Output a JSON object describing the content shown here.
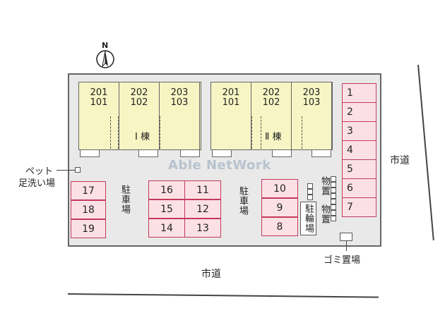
{
  "compass": {
    "letter": "N"
  },
  "watermark": "Able NetWork",
  "buildings": [
    {
      "label": "Ⅰ 棟",
      "units": [
        {
          "upper": "201",
          "lower": "101"
        },
        {
          "upper": "202",
          "lower": "102"
        },
        {
          "upper": "203",
          "lower": "103"
        }
      ]
    },
    {
      "label": "Ⅱ 棟",
      "units": [
        {
          "upper": "201",
          "lower": "101"
        },
        {
          "upper": "202",
          "lower": "102"
        },
        {
          "upper": "203",
          "lower": "103"
        }
      ]
    }
  ],
  "parking": {
    "left_label": "駐車場",
    "center_label": "駐車場",
    "left_slots": [
      "17",
      "18",
      "19"
    ],
    "mid_slots_a": [
      "16",
      "15",
      "14"
    ],
    "mid_slots_b": [
      "11",
      "12",
      "13"
    ],
    "right_slots": [
      "10",
      "9",
      "8"
    ],
    "east_slots": [
      "1",
      "2",
      "3",
      "4",
      "5",
      "6",
      "7"
    ]
  },
  "labels": {
    "pet_wash_line1": "ペット",
    "pet_wash_line2": "足洗い場",
    "storage_1": "物置",
    "storage_2": "物置",
    "bicycle_parking": "駐輪場",
    "garbage": "ゴミ置場",
    "road_east": "市道",
    "road_south": "市道"
  },
  "colors": {
    "building_fill": "#f7f5c3",
    "parking_border": "#c23a5c",
    "parking_fill": "#fbe1e6",
    "lot_fill": "#e9e9e9"
  }
}
